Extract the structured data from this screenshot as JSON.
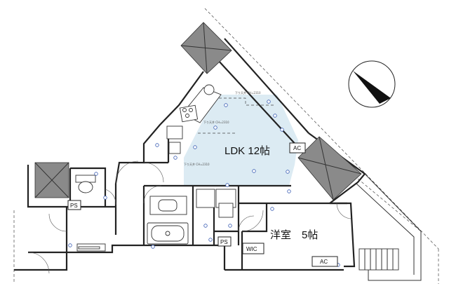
{
  "rooms": {
    "ldk": "LDK 12帖",
    "western_room": "洋室　5帖"
  },
  "labels": {
    "ac_ldk": "AC",
    "ac_room": "AC",
    "ps_left": "PS",
    "ps_center": "PS",
    "wic": "WIC"
  },
  "ceiling_notes": {
    "note_1": "下り天井\nCH=2310",
    "note_2": "下り天井\nCH=2310",
    "note_3": "下り天井\nCH=2310"
  },
  "colors": {
    "ldk_fill": "#dcebf3",
    "balcony_fill": "#8a8a8a",
    "light_stroke": "#3a5db4"
  },
  "compass": {
    "icon": "north-arrow-icon"
  }
}
